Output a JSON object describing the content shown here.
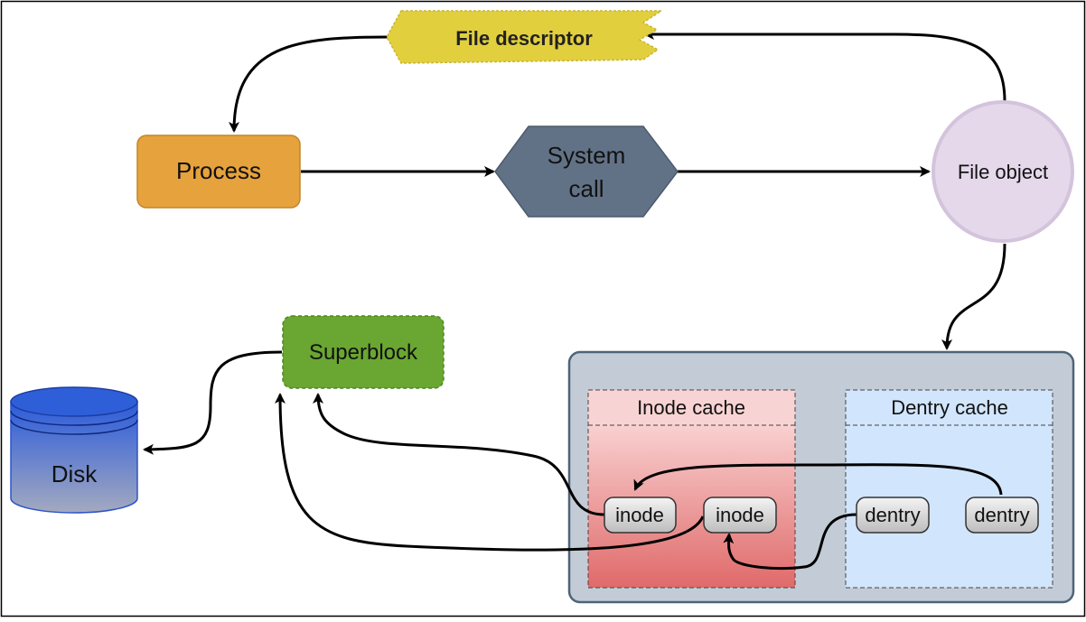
{
  "nodes": {
    "file_descriptor": "File descriptor",
    "process": "Process",
    "system_call": [
      "System",
      "call"
    ],
    "file_object": "File object",
    "superblock": "Superblock",
    "disk": "Disk",
    "inode_cache": "Inode cache",
    "dentry_cache": "Dentry cache",
    "inode_1": "inode",
    "inode_2": "inode",
    "dentry_1": "dentry",
    "dentry_2": "dentry"
  },
  "colors": {
    "file_descriptor": "#e2cf3e",
    "process": "#e6a23c",
    "system_call": "#627286",
    "file_object": "#e4d8ea",
    "superblock": "#6aa632",
    "disk_top": "#2f5fd8",
    "disk_bottom": "#9aa3bb",
    "container": "#c3ccd6",
    "inode_cache_top": "#f7c9c9",
    "inode_cache_bottom": "#e06b6b",
    "dentry_cache": "#cfe3fb"
  }
}
